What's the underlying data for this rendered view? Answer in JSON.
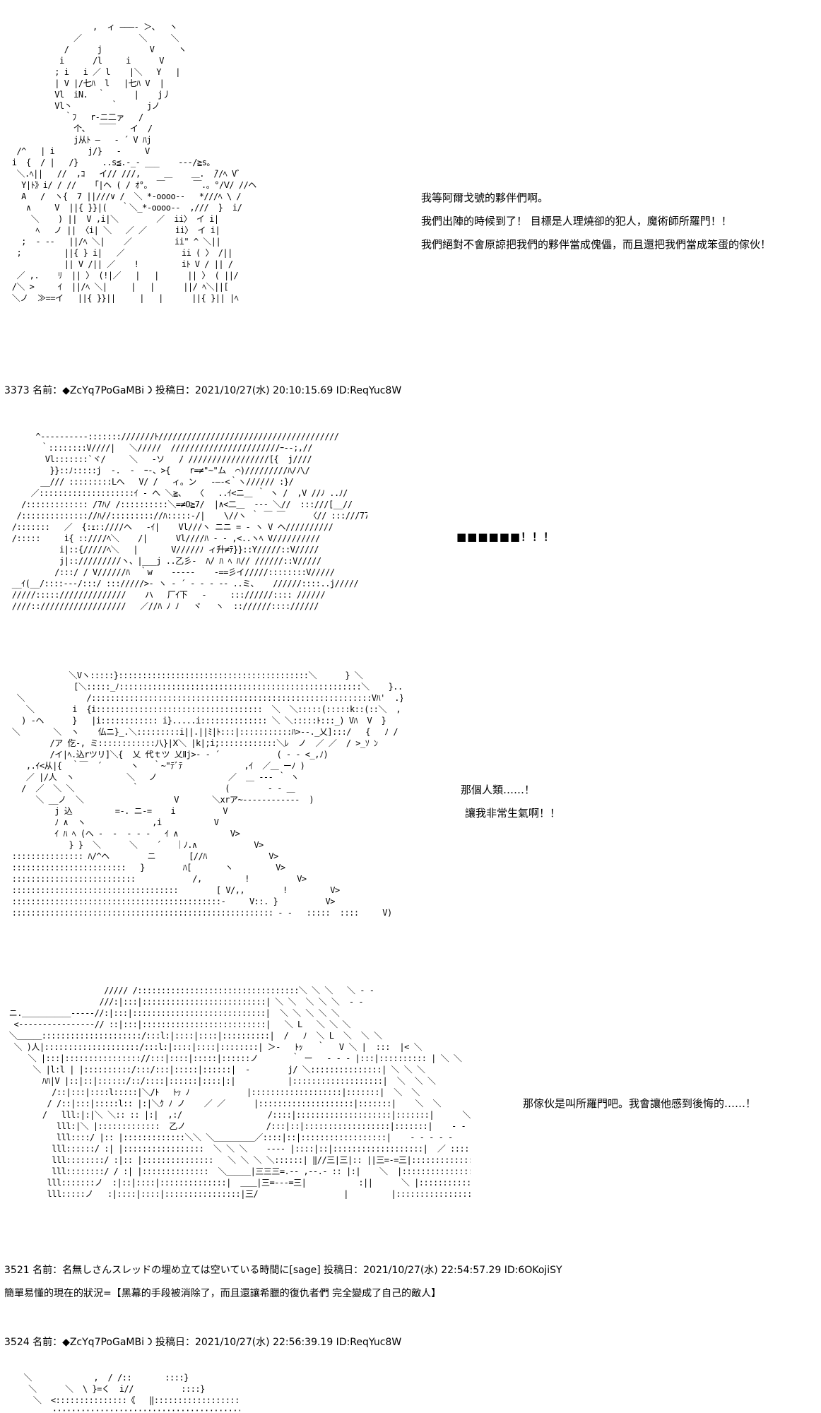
{
  "panel1": {
    "dialogue": [
      "我等阿爾戈號的夥伴們啊。",
      "我們出陣的時候到了！ 目標是人理燒卻的犯人，魔術師所羅門！！",
      "我們絕對不會原諒把我們的夥伴當成傀儡，而且還把我們當成笨蛋的傢伙！"
    ]
  },
  "post1": {
    "header": "3373 名前：◆ZcYq7PoGaMBi 𐅀 投稿日：2021/10/27(水) 20:10:15.69 ID:ReqYuc8W"
  },
  "panel2": {
    "dialogue": [
      "■■■■■■！！！"
    ]
  },
  "panel3": {
    "dialogue": [
      "那個人類……！",
      "讓我非常生氣啊！！"
    ]
  },
  "panel4": {
    "dialogue": [
      "那傢伙是叫所羅門吧。我會讓他感到後悔的……！"
    ]
  },
  "post2": {
    "header": "3521 名前：名無しさんスレッドの埋め立ては空いている時間に[sage] 投稿日：2021/10/27(水) 22:54:57.29 ID:6OKojiSY",
    "text": "簡單易懂的現在的狀況=【黑幕的手段被消除了，而且還讓希臘的復仇者們 完全變成了自己的敵人】"
  },
  "post3": {
    "header": "3524 名前：◆ZcYq7PoGaMBi 𐅀 投稿日：2021/10/27(水) 22:56:39.19 ID:ReqYuc8W"
  }
}
